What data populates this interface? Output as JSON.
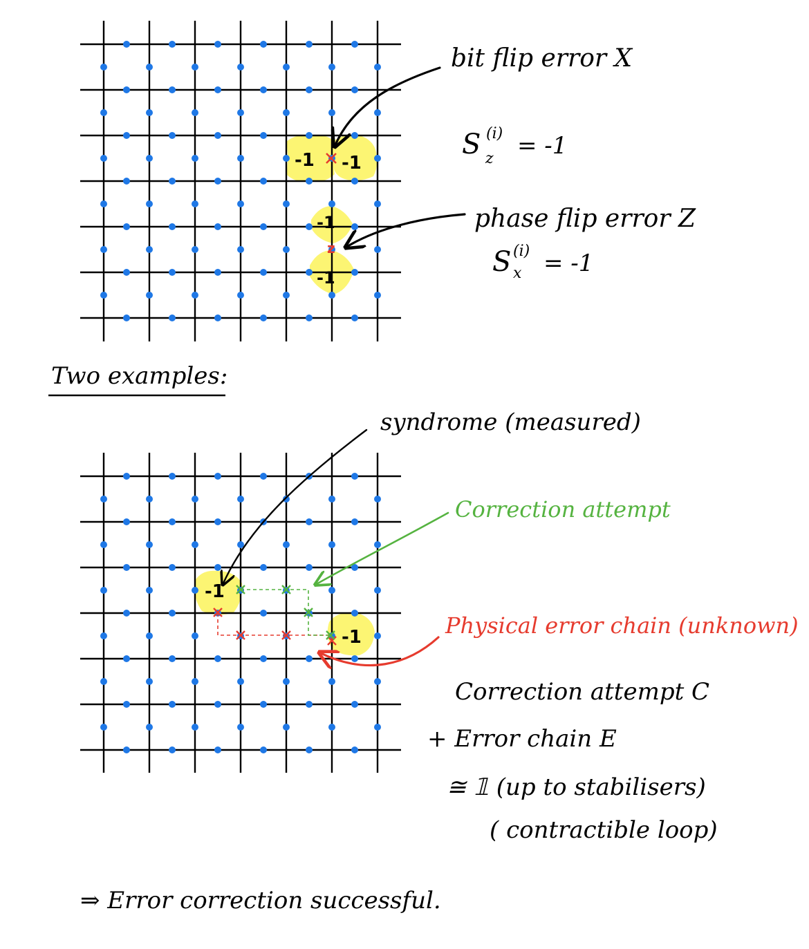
{
  "top_lattice": {
    "syndrome_values": [
      "-1",
      "-1",
      "-1",
      "-1"
    ],
    "z_marker": "z"
  },
  "annotations": {
    "bit_flip": "bit flip error X",
    "sz_eq_base": "S",
    "sz_eq_sub": "z",
    "sz_eq_sup": "(i)",
    "sz_eq_rhs": "= -1",
    "phase_flip": "phase flip error Z",
    "sx_eq_base": "S",
    "sx_eq_sub": "x",
    "sx_eq_sup": "(i)",
    "sx_eq_rhs": "= -1"
  },
  "section_heading": "Two examples:",
  "bottom_lattice": {
    "syndrome_values": [
      "-1",
      "-1"
    ],
    "syndrome_label": "syndrome (measured)",
    "correction_label": "Correction attempt",
    "physical_chain_label": "Physical error chain (unknown)"
  },
  "explanation": {
    "line1": "Correction attempt C",
    "line2": "+ Error chain  E",
    "line3": "≅ 𝟙 (up to stabilisers)",
    "line4": "( contractible loop)"
  },
  "conclusion": "⇒ Error correction successful.",
  "colors": {
    "grid": "#000000",
    "qubit": "#1f78e6",
    "highlight": "#fbf35a",
    "error": "#e63b2e",
    "correction": "#55b340"
  }
}
